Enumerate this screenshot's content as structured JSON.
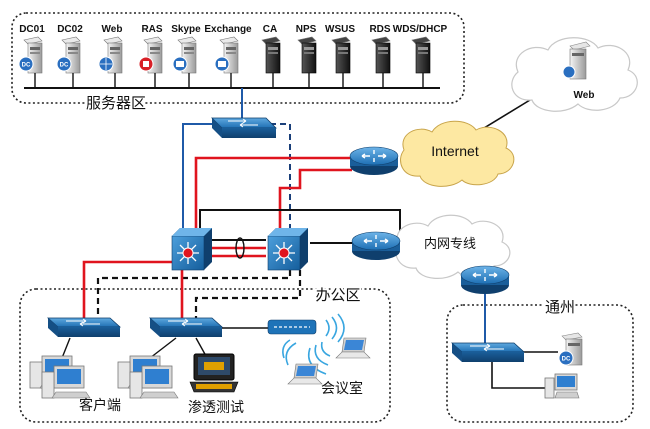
{
  "zones": {
    "server": "服务器区",
    "office": "办公区",
    "tongzhou": "通州"
  },
  "clouds": {
    "internet": "Internet",
    "intranet": "内网专线",
    "web": "Web"
  },
  "servers": [
    "DC01",
    "DC02",
    "Web",
    "RAS",
    "Skype",
    "Exchange",
    "CA",
    "NPS",
    "WSUS",
    "RDS",
    "WDS/DHCP"
  ],
  "labels": {
    "clients": "客户端",
    "pentest": "渗透测试",
    "meeting": "会议室"
  },
  "badges": {
    "dc": "DC"
  },
  "colors": {
    "red_link": "#e0141e",
    "blue_link": "#1f5aa8",
    "black_link": "#111111",
    "device_blue": "#1e73b8",
    "internet_cloud": "#fde8a2",
    "zone_border": "#222222"
  }
}
